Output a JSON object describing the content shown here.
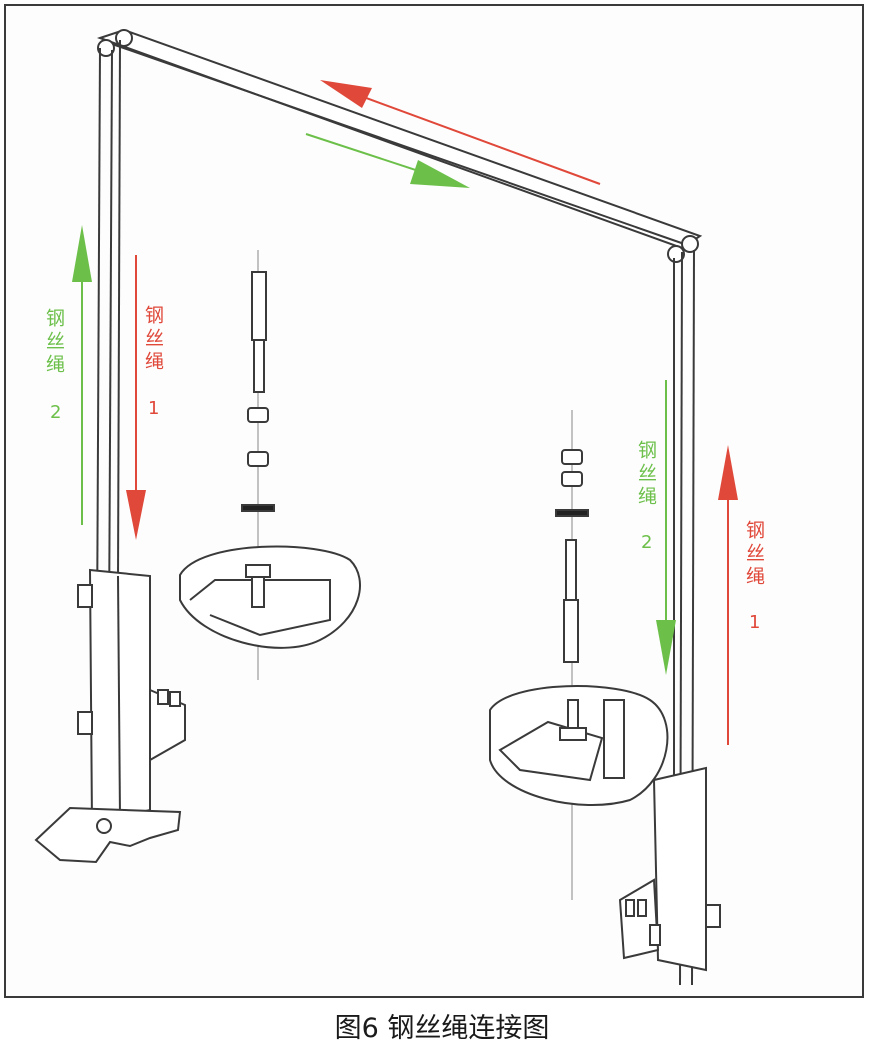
{
  "labels": {
    "left_green": {
      "text": "钢丝绳",
      "num": "2",
      "color": "#6cc04a"
    },
    "left_red": {
      "text": "钢丝绳",
      "num": "1",
      "color": "#e0483a"
    },
    "right_green": {
      "text": "钢丝绳",
      "num": "2",
      "color": "#6cc04a"
    },
    "right_red": {
      "text": "钢丝绳",
      "num": "1",
      "color": "#e0483a"
    }
  },
  "caption": "图6 钢丝绳连接图",
  "colors": {
    "green": "#6cc04a",
    "red": "#e0483a",
    "line": "#3a3a3a"
  }
}
